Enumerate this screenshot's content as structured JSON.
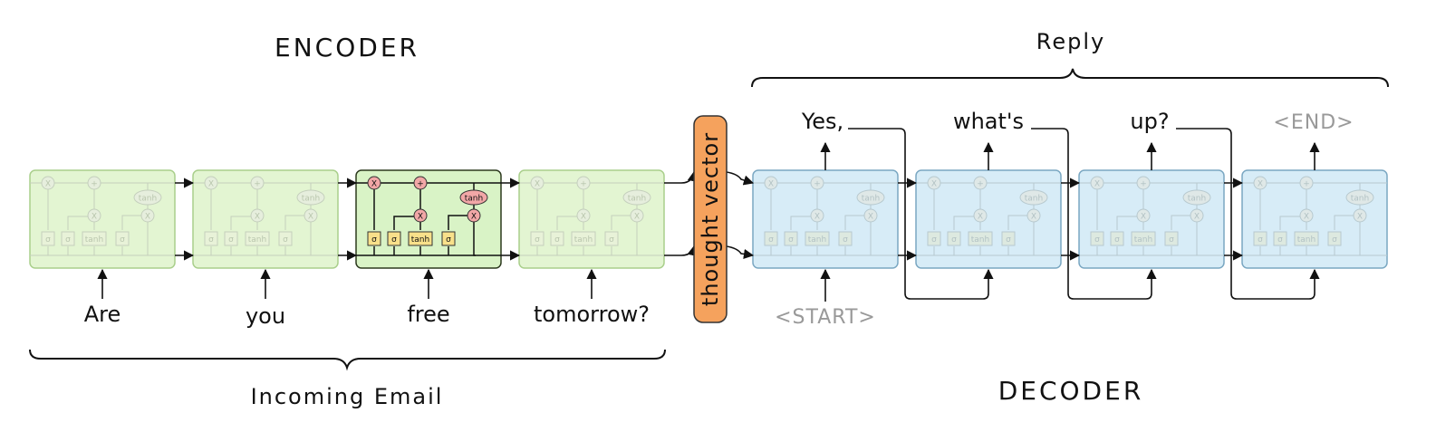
{
  "encoder_title": "ENCODER",
  "decoder_title": "DECODER",
  "incoming_label": "Incoming Email",
  "reply_label": "Reply",
  "thought_vector_label": "thought vector",
  "input_words": [
    "Are",
    "you",
    "free",
    "tomorrow?"
  ],
  "decoder_start_token": "<START>",
  "output_words": [
    "Yes,",
    "what's",
    "up?"
  ],
  "decoder_end_token": "<END>",
  "gate_labels": {
    "sigma": "σ",
    "tanh": "tanh",
    "times": "X",
    "plus": "+"
  },
  "colors": {
    "encoder_cell_fill": "#e3f5d2",
    "encoder_cell_stroke": "#a9cf8b",
    "encoder_active_fill": "#d9f3c6",
    "encoder_active_stroke": "#2d3a1f",
    "decoder_cell_fill": "#d7ecf7",
    "decoder_cell_stroke": "#7aa7c2",
    "thought_vector_fill": "#f5a25d",
    "gate_fill": "#f8e08a",
    "op_fill": "#f2a7a7",
    "faded": "#c8d6b8"
  }
}
